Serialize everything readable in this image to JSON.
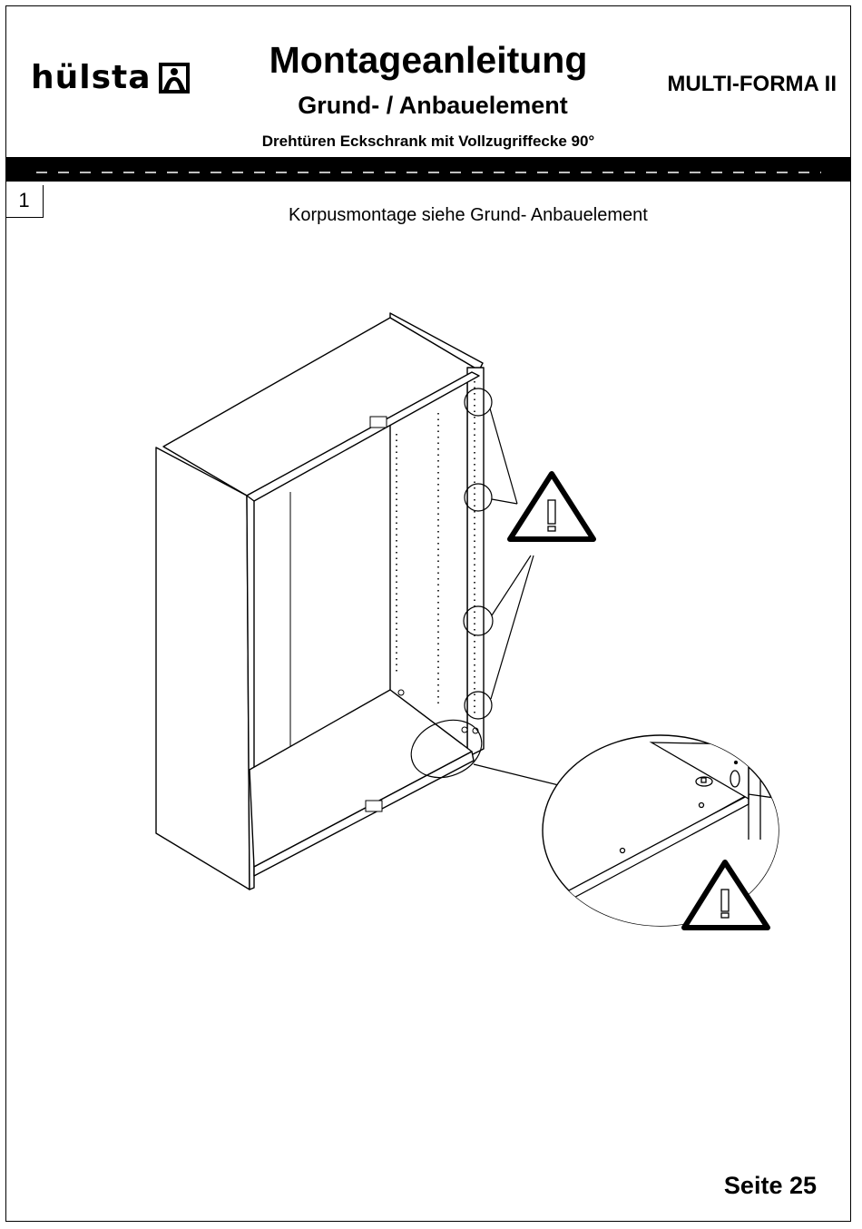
{
  "header": {
    "brand": "hülsta",
    "title": "Montageanleitung",
    "subtitle": "Grund- / Anbauelement",
    "model": "MULTI-FORMA II",
    "variant": "Drehtüren Eckschrank mit Vollzugriffecke 90°"
  },
  "step": {
    "number": "1",
    "instruction": "Korpusmontage siehe Grund- Anbauelement"
  },
  "icons": [
    "hulsta-logo-mark",
    "warning-triangle-icon",
    "warning-triangle-icon"
  ],
  "footer": {
    "page_label": "Seite 25"
  }
}
